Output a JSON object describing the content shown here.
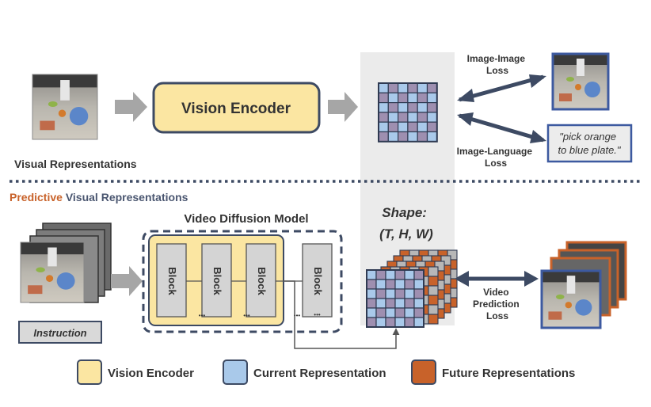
{
  "top": {
    "encoder_label": "Vision Encoder",
    "section_label": "Visual Representations",
    "loss_image_image": [
      "Image-Image",
      "Loss"
    ],
    "loss_image_language": [
      "Image-Language",
      "Loss"
    ],
    "caption": [
      "\"pick orange",
      "to blue plate.\""
    ]
  },
  "bottom": {
    "section_label_accent": "Predictive",
    "section_label_rest": " Visual Representations",
    "model_title": "Video Diffusion Model",
    "block_label": "Block",
    "ellipsis": "•••",
    "instruction_label": "Instruction",
    "shape_label": [
      "Shape:",
      "(T, H, W)"
    ],
    "loss_video": [
      "Video",
      "Prediction",
      "Loss"
    ]
  },
  "legend": [
    {
      "label": "Vision Encoder",
      "color": "#fbe6a2"
    },
    {
      "label": "Current Representation",
      "color": "#a9c9ea"
    },
    {
      "label": "Future Representations",
      "color": "#c8622a"
    }
  ],
  "colors": {
    "accent_orange": "#c8622a",
    "slate": "#3d4a63",
    "grid_blue": "#a9c9ea",
    "grid_purple": "#9e8fb0",
    "panel_gray": "#ebebeb"
  }
}
